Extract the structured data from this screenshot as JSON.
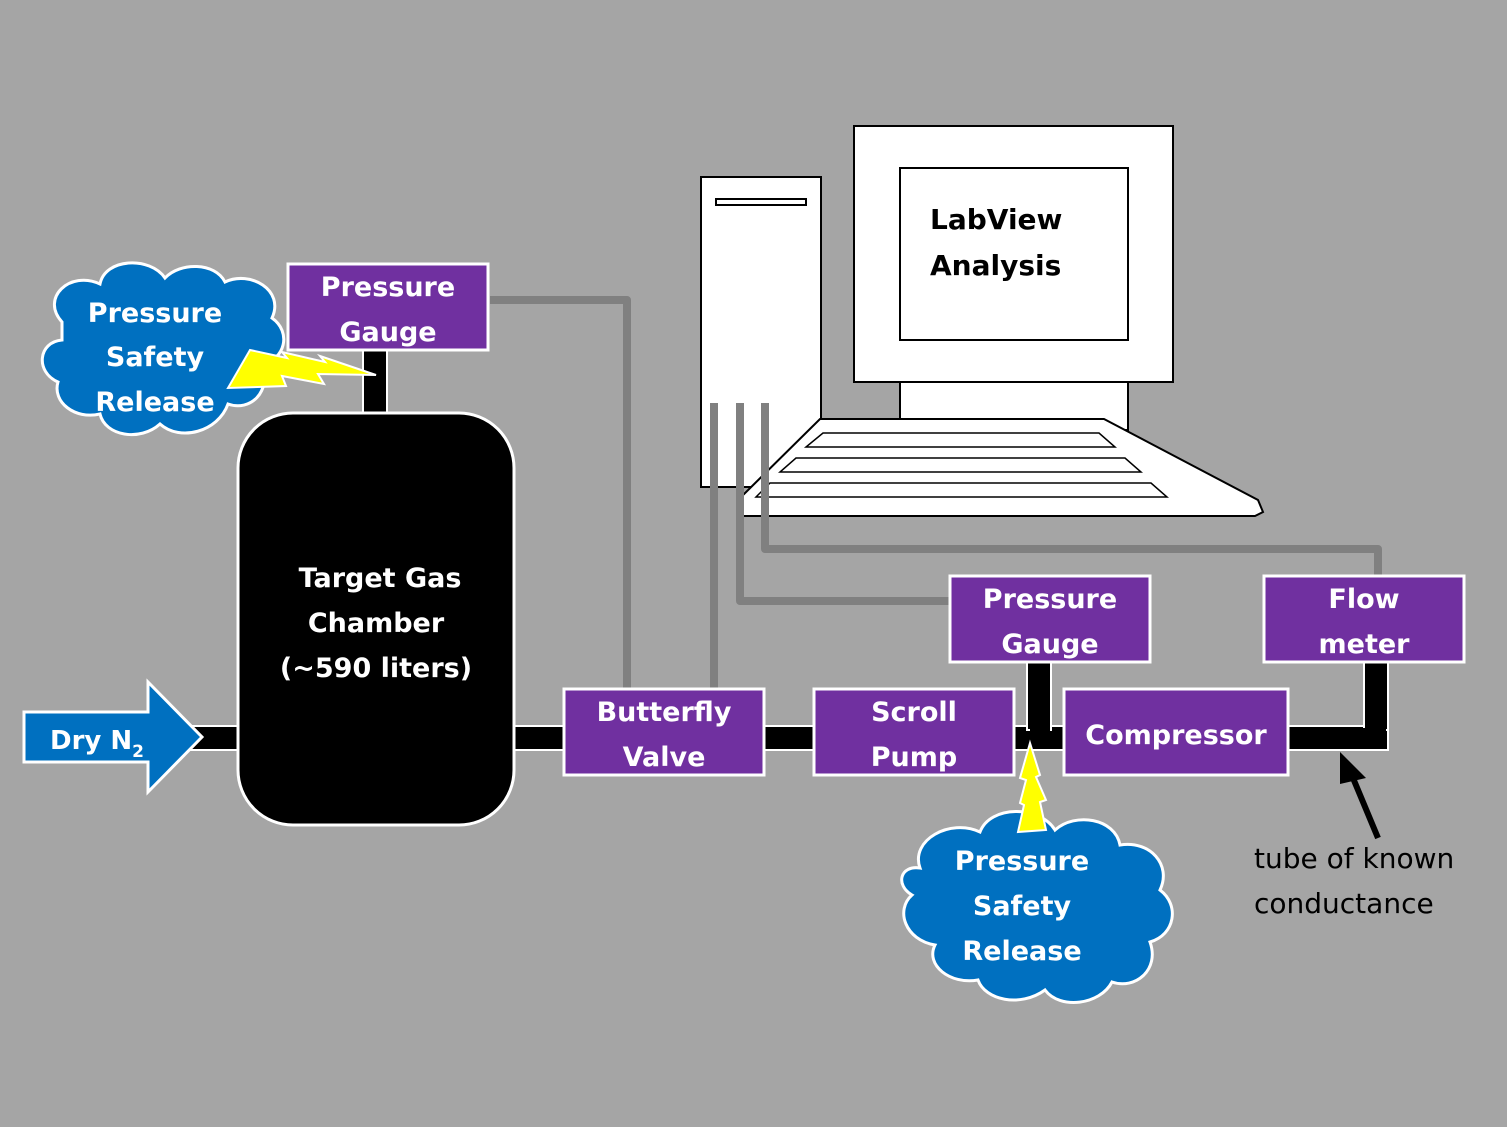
{
  "colors": {
    "background": "#a5a5a5",
    "component_fill": "#7030a0",
    "cloud_fill": "#0070c0",
    "chamber_fill": "#000000",
    "signal_wire": "#808080",
    "lightning": "#ffff00"
  },
  "inlet": {
    "label": "Dry N",
    "subscript": "2",
    "icon": "right-arrow-icon"
  },
  "chamber": {
    "line1": "Target Gas",
    "line2": "Chamber",
    "line3": "(~590 liters)"
  },
  "gauge_top": {
    "line1": "Pressure",
    "line2": "Gauge"
  },
  "safety_left": {
    "line1": "Pressure",
    "line2": "Safety",
    "line3": "Release",
    "icon": "cloud-icon"
  },
  "butterfly_valve": {
    "line1": "Butterfly",
    "line2": "Valve"
  },
  "scroll_pump": {
    "line1": "Scroll",
    "line2": "Pump"
  },
  "gauge_right": {
    "line1": "Pressure",
    "line2": "Gauge"
  },
  "compressor": {
    "line1": "Compressor"
  },
  "flow_meter": {
    "line1": "Flow",
    "line2": "meter"
  },
  "safety_bottom": {
    "line1": "Pressure",
    "line2": "Safety",
    "line3": "Release",
    "icon": "cloud-icon"
  },
  "computer": {
    "screen_line1": "LabView",
    "screen_line2": "Analysis",
    "icons": [
      "tower-icon",
      "monitor-icon",
      "keyboard-icon"
    ]
  },
  "annotation": {
    "line1": "tube of known",
    "line2": "conductance",
    "icon": "pointer-arrow-icon"
  }
}
